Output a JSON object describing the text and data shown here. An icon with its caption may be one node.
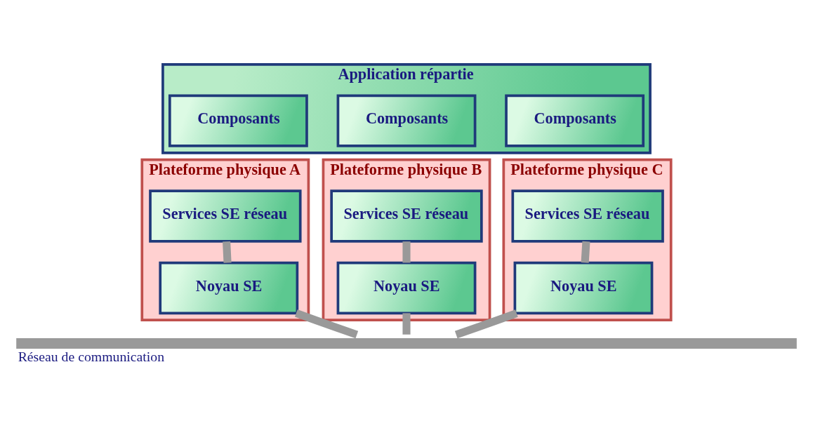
{
  "diagram": {
    "nodes": [
      {
        "text": [
          "Plateforme physique A"
        ]
      },
      {
        "text": [
          "Plateforme physique B"
        ]
      },
      {
        "text": [
          "Plateforme physique C"
        ]
      },
      {
        "text": [
          "Application répartie"
        ]
      },
      {
        "text": [
          "Composants"
        ],
        "in": 3
      },
      {
        "text": [
          "Composants"
        ],
        "in": 3
      },
      {
        "text": [
          "Composants"
        ],
        "in": 3
      },
      {
        "text": [
          "Services SE réseau"
        ],
        "in": 0
      },
      {
        "text": [
          "Noyau SE"
        ],
        "in": 0
      },
      {
        "text": [
          "Services SE réseau"
        ],
        "in": 1
      },
      {
        "text": [
          "Noyau SE"
        ],
        "in": 1
      },
      {
        "text": [
          "Services SE réseau"
        ],
        "in": 2
      },
      {
        "text": [
          "Noyau SE"
        ],
        "in": 2
      },
      {
        "text": [
          "Réseau de communication"
        ]
      }
    ],
    "edges": [
      {
        "from": 7,
        "to": 8,
        "arrow": "none"
      },
      {
        "from": 8,
        "to": 13,
        "arrow": "none"
      },
      {
        "from": 9,
        "to": 10,
        "arrow": "none"
      },
      {
        "from": 10,
        "to": 13,
        "arrow": "none"
      },
      {
        "from": 11,
        "to": 12,
        "arrow": "none"
      },
      {
        "from": 12,
        "to": 13,
        "arrow": "none"
      }
    ]
  }
}
